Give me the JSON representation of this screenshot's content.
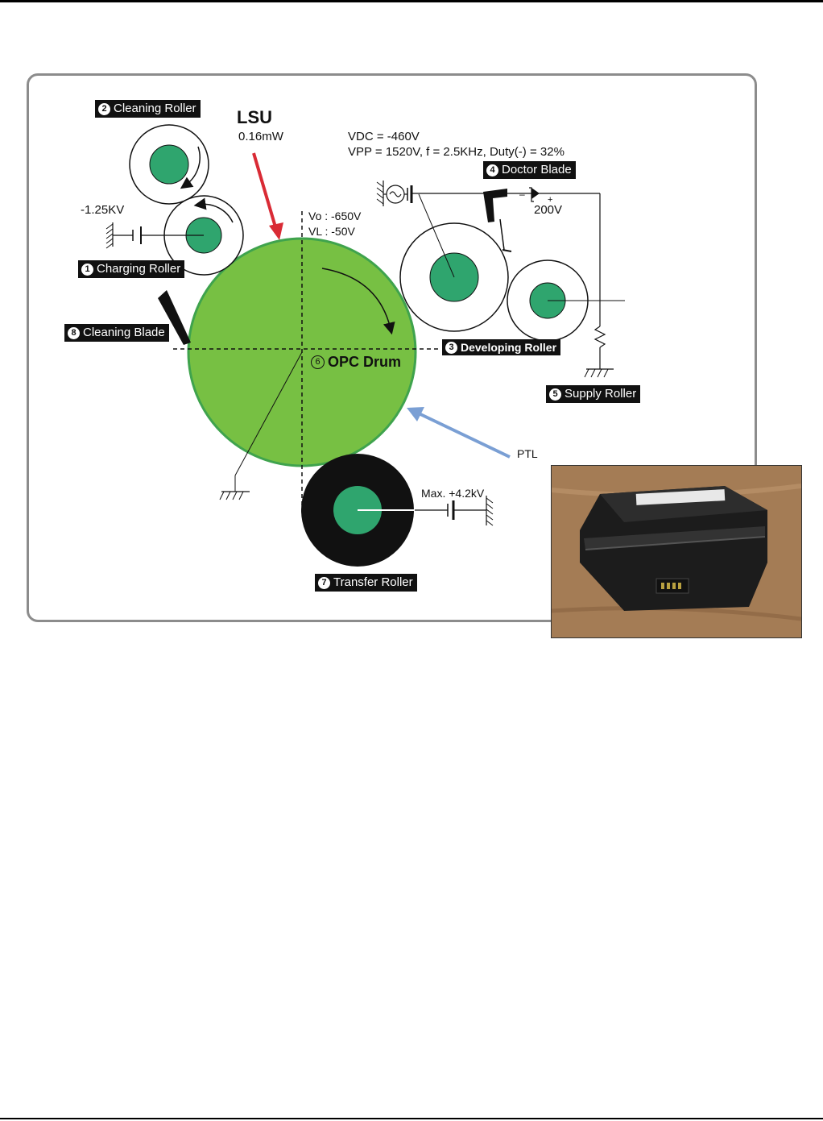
{
  "labels": {
    "cleaning_roller": {
      "num": "2",
      "text": "Cleaning Roller"
    },
    "charging_roller": {
      "num": "1",
      "text": "Charging Roller"
    },
    "cleaning_blade": {
      "num": "8",
      "text": "Cleaning Blade"
    },
    "doctor_blade": {
      "num": "4",
      "text": "Doctor Blade"
    },
    "developing_roller": {
      "num": "3",
      "text": "Developing Roller"
    },
    "supply_roller": {
      "num": "5",
      "text": "Supply Roller"
    },
    "transfer_roller": {
      "num": "7",
      "text": "Transfer Roller"
    },
    "opc_drum": {
      "num": "6",
      "text": "OPC Drum"
    }
  },
  "lsu": {
    "title": "LSU",
    "power": "0.16mW"
  },
  "voltages": {
    "charging": "-1.25KV",
    "v0": "Vo : -650V",
    "vl": "VL : -50V",
    "vdc": "VDC = -460V",
    "vpp": "VPP = 1520V, f = 2.5KHz, Duty(-) = 32%",
    "doctor_blade": "200V",
    "transfer": "Max. +4.2kV"
  },
  "ptl": "PTL",
  "colors": {
    "drum": "#77c043",
    "drum_edge": "#3fa34d",
    "roller_core": "#2fa56e",
    "lsu_arrow": "#d92b35",
    "ptl_arrow": "#7a9fd4",
    "label_bg": "#111111"
  },
  "photo": {
    "description_icon": "toner-cartridge-photo"
  }
}
